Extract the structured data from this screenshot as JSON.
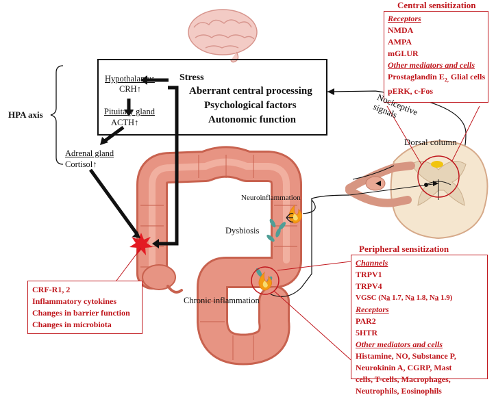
{
  "hpa_axis_label": "HPA axis",
  "stress_label": "Stress",
  "hypothalamus": "Hypothalamus",
  "crh": "CRH",
  "pituitary": "Pituitary gland",
  "acth": "ACTH",
  "adrenal": "Adrenal gland",
  "cortisol": "Cortisol",
  "up_arrow": "↑",
  "central_processing": {
    "line1": "Aberrant central processing",
    "line2": "Psychological factors",
    "line3": "Autonomic function"
  },
  "central_sensitization": {
    "title": "Central sensitization",
    "receptors_header": "Receptors",
    "receptors": [
      "NMDA",
      "AMPA",
      "mGLUR"
    ],
    "mediators_header": "Other mediators and cells",
    "mediators_line1_a": "Prostaglandin E",
    "mediators_line1_sub": "2,",
    "mediators_line1_b": " Glial cells",
    "mediators_line2": "pERK, c-Fos"
  },
  "nociceptive_signals": "Nociceptive\nsignals",
  "dorsal_column": "Dorsal column",
  "neuroinflammation": "Neuroinflammation",
  "dysbiosis": "Dysbiosis",
  "chronic_inflammation": "Chronic inflammation",
  "peripheral_sensitization": {
    "title": "Peripheral sensitization",
    "channels_header": "Channels",
    "channels": [
      "TRPV1",
      "TRPV4",
      "VGSC (Na̲ 1.7, Na̲ 1.8, Na̲ 1.9)"
    ],
    "receptors_header": "Receptors",
    "receptors": [
      "PAR2",
      "5HTR"
    ],
    "mediators_header": "Other mediators and cells",
    "mediators": [
      "Histamine, NO, Substance P,",
      "Neurokinin A, CGRP, Mast",
      "cells, T-cells, Macrophages,",
      "Neutrophils, Eosinophils"
    ]
  },
  "colon_box": {
    "lines": [
      "CRF-R1, 2",
      "Inflammatory cytokines",
      "Changes in barrier function",
      "Changes in microbiota"
    ]
  },
  "colors": {
    "accent_red": "#c0171d",
    "colon": "#e79483",
    "colon_dark": "#c8624f",
    "brain": "#f0c6c0",
    "spinal_grey": "#f1e2c8",
    "nerve": "#d79682"
  }
}
